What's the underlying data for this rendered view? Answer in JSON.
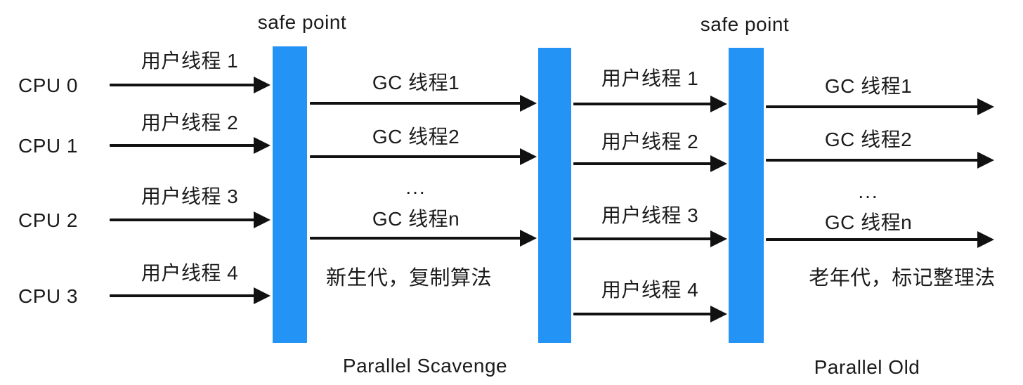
{
  "colors": {
    "bar_blue": "#2394F5",
    "arrow_black": "#111111",
    "text": "#1B1B1B"
  },
  "safe_points": {
    "first": "safe point",
    "second": "safe point"
  },
  "left": {
    "cpus": [
      "CPU 0",
      "CPU 1",
      "CPU 2",
      "CPU 3"
    ],
    "user_threads": [
      "用户线程 1",
      "用户线程 2",
      "用户线程 3",
      "用户线程 4"
    ]
  },
  "young_gen": {
    "gc_threads": [
      "GC 线程1",
      "GC 线程2",
      "GC 线程n"
    ],
    "ellipsis": "...",
    "phase_label": "新生代，复制算法",
    "collector": "Parallel Scavenge"
  },
  "middle": {
    "user_threads": [
      "用户线程 1",
      "用户线程 2",
      "用户线程 3",
      "用户线程 4"
    ]
  },
  "old_gen": {
    "gc_threads": [
      "GC 线程1",
      "GC 线程2",
      "GC 线程n"
    ],
    "ellipsis": "...",
    "phase_label": "老年代，标记整理法",
    "collector": "Parallel Old"
  }
}
